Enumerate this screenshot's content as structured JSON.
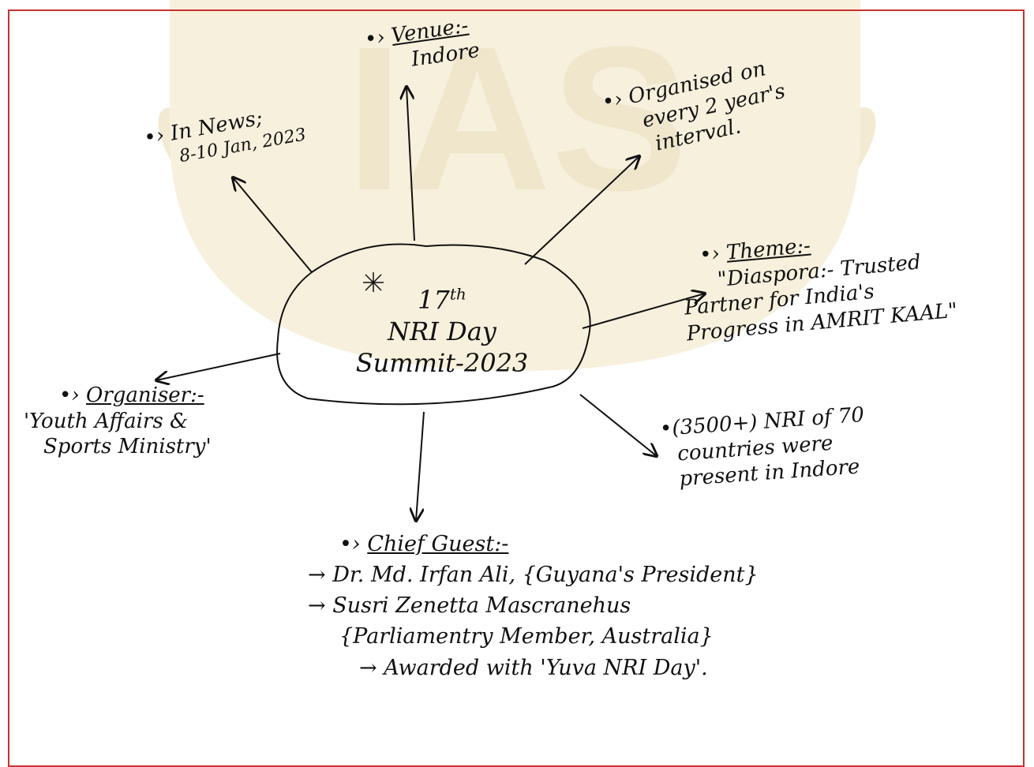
{
  "watermark": {
    "text": "IAS",
    "color": "#efe6cc"
  },
  "center_node": {
    "ordinal": "17",
    "ordinal_suffix": "th",
    "line1": "NRI Day",
    "line2": "Summit-2023"
  },
  "in_news": {
    "label": "In News;",
    "dates": "8-10 Jan, 2023"
  },
  "venue": {
    "label": "Venue:-",
    "value": "Indore"
  },
  "organised": {
    "line1": "Organised on",
    "line2": "every 2 year's",
    "line3": "interval."
  },
  "theme": {
    "label": "Theme:-",
    "line1": "\"Diaspora:- Trusted",
    "line2": "Partner for India's",
    "line3": "Progress in AMRIT KAAL\""
  },
  "nri_count": {
    "line1": "(3500+) NRI of 70",
    "line2": "countries were",
    "line3": "present in Indore"
  },
  "organiser": {
    "label": "Organiser:-",
    "line1": "'Youth Affairs &",
    "line2": "Sports Ministry'"
  },
  "chief_guest": {
    "label": "Chief Guest:-",
    "guest1": "→ Dr. Md. Irfan Ali, {Guyana's President}",
    "guest2": "→ Susri Zenetta Mascranehus",
    "guest2_role": "{Parliamentry Member, Australia}",
    "guest2_award": "→ Awarded with 'Yuva NRI Day'."
  },
  "colors": {
    "border": "#c8312f",
    "ink": "#111111"
  }
}
